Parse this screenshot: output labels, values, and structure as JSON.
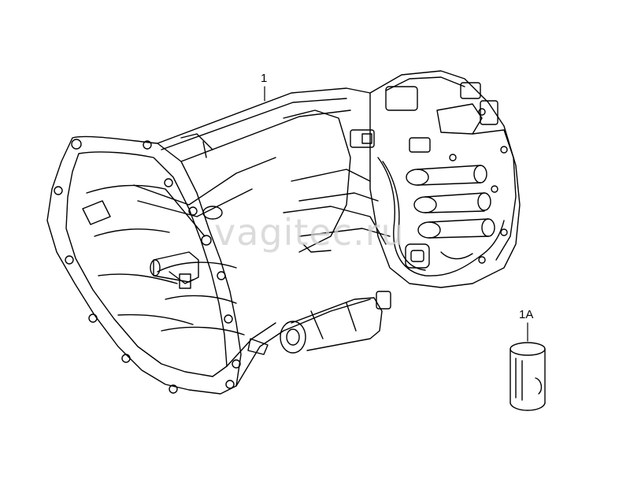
{
  "callouts": {
    "transmission": "1",
    "filter": "1A"
  },
  "watermark": "vagitec.ru",
  "colors": {
    "line": "#000000",
    "background": "#ffffff",
    "watermark": "#cfcfcf"
  }
}
